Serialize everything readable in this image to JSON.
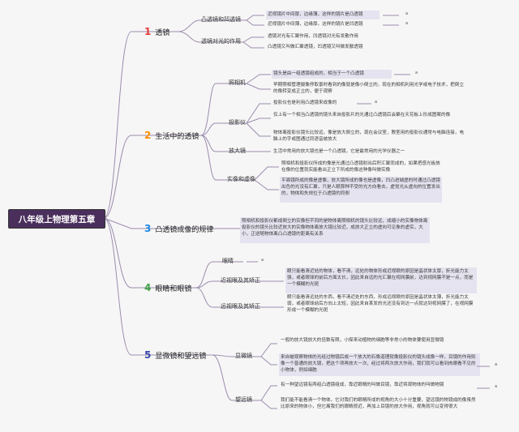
{
  "root": "八年级上物理第五章",
  "colors": {
    "n1": "#e53935",
    "n2": "#fb8c00",
    "n3": "#1e88e5",
    "n4": "#43a047",
    "n5": "#3949ab",
    "line": "#9c8cae",
    "hl": "#e6e3f0"
  },
  "b1": {
    "num": "1",
    "title": "透镜",
    "s1": {
      "label": "凸透镜和凹透镜",
      "l1": "近视镜片中间厚，边缘薄，这样的镜片是凸透镜",
      "l2": "近视镜片中间薄，边缘厚，这样的镜片是凹透镜",
      "m1": "a",
      "m2": "a"
    },
    "s2": {
      "label": "透镜对光的作用",
      "l1": "透镜对光有汇聚作用，凹透镜对光有发散作用",
      "l2": "凸透镜又叫做汇聚透镜，凹透镜又叫做发散透镜"
    }
  },
  "b2": {
    "num": "2",
    "title": "生活中的透镜",
    "cam": {
      "label": "照相机",
      "l1": "镜头是由一组透镜组成的，相当于一个凸透镜",
      "l2": "早期照相管理摄像停取景时看到的像就是像小倒立的，现在的相机利用光学或电子技术，把倒立的像转变成正立的，便于观察",
      "m1": "a"
    },
    "proj": {
      "label": "投影仪",
      "l1": "投影仪也是利用凸透镜来成像的",
      "l2": "仅上有一个相当凸透镜的镜头来自投影片的光通过凸透镜后会聚在天花板上形成图案的像",
      "l3": "物体离投影仪镜头比较远，像是放大倒立的，现在会议室，教室用的投影仪通常与电脑连接，电脑上的字或图通过同语音被放大",
      "m1": "a"
    },
    "mag": {
      "label": "放大镜",
      "l1": "生活中常用的放大镜也是一个凸透镜，它是最常用的光学仪器之一"
    },
    "img": {
      "label": "实像和虚像",
      "l1": "照相机和投影仪所成的像是光通过凸透镜射出后积汇聚而成的，如果把感光板放在像的位置就实能看出正立下所成的像这种像叫做实像",
      "l2": "平面镜所成的像是虚像，放大镜所成的像也是虚像，凹凸进城虚的时通过凸透镜出色的光没有汇聚，只是人眼那种不受的光方向看去，虚觉光从虚向的位置发出的，物体和失效位于凸透镜的同侧"
    }
  },
  "b3": {
    "num": "3",
    "title": "凸透镜成像的规律",
    "text": "照相机和投影仪都成倒立的实像但不同的是物体离照相机的镜头比较远，成缩小的实像物体离投影仪的镜头比较近放大的实像物体离放大镜比较近，成放大正立的虚向可见象的虚实，大小，正逆随物体离凸凸透镜的距离有关系"
  },
  "b4": {
    "num": "4",
    "title": "眼睛和眼镜",
    "s1": {
      "label": "眼睛",
      "m1": "a"
    },
    "s2": {
      "label": "近视眼及其矫正",
      "text": "眼只能看清近处的物体，看不清，远处的物体形成近视眼的原因是晶状体太厚，折光能力太强，或者眼球的前后方面太长，因此来自远的光汇聚在视网膜前，达到视网膜不是一点，而是一个模糊的光斑"
    },
    "s3": {
      "label": "远视眼及其矫正",
      "text": "眼只能看清远处的东西，看不清近处的东西，形成远视眼的原因是晶状体太薄，折光能力太弱，或者眼球前后方向上太短，因此来自某发的光还没有到达一点就达到视网膜了，在视网膜形成一个模糊的光斑"
    }
  },
  "b5": {
    "num": "5",
    "title": "显微镜和望远镜",
    "mic": {
      "label": "显微镜",
      "l1": "一般的放大镜放大的倍数有限，小探来动植物的细胞等非常小的物体要使用显微镜",
      "l2": "来自被观察物体的光经过物镜后成一个放大的石像道理就像投影仪的镜头成像一样，目镜的作用则像一个普通的放大镜，把这个项再放大一次，经过将两次放大作用，我们就可以看到肉眼看不见的小物体，例如细胞",
      "m1": "a"
    },
    "tel": {
      "label": "望远镜",
      "l1": "有一种望远镜有两组凸透镜组成，靠近眼睛的叫做目镜，靠近将观物体的叫做物镜",
      "l2": "我们能不能看清一个物体，它对我们的眼睛所成的视角的大小十分重要，望远镜的物镜成的像虽然比原来的物体小，但它离我们的眼睛很近，再加上目镜的放大作用，视角就可以变得很大",
      "m1": "a"
    }
  }
}
